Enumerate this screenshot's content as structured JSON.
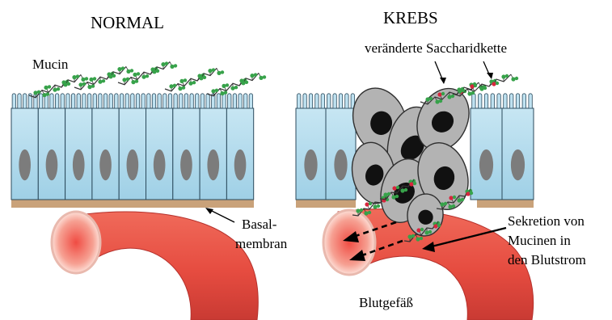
{
  "normal": {
    "title": "NORMAL",
    "mucin_label": "Mucin",
    "basement_label_line1": "Basal-",
    "basement_label_line2": "membran"
  },
  "cancer": {
    "title": "KREBS",
    "saccharide_label": "veränderte Saccharidkette",
    "secretion_line1": "Sekretion von",
    "secretion_line2": "Mucinen in",
    "secretion_line3": "den Blutstrom",
    "vessel_label": "Blutgefäß"
  },
  "colors": {
    "epithelium": "#a9d6ea",
    "epithelium_outline": "#2b4a5c",
    "nucleus": "#7c7c7c",
    "basement": "#c9a27a",
    "vessel": "#e8574a",
    "vessel_light": "#f7b5a8",
    "cancer_cell": "#b3b3b3",
    "cancer_nucleus": "#111111",
    "sugar_green": "#37a24a",
    "sugar_red": "#d7263d"
  }
}
